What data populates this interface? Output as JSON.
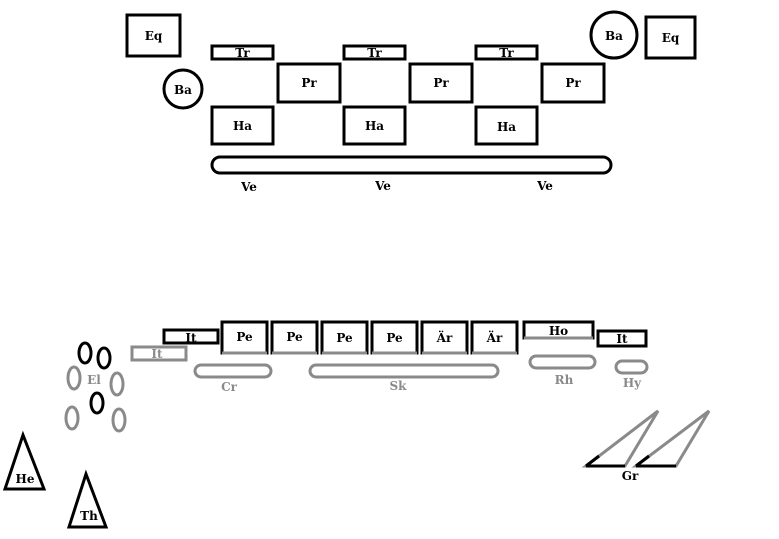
{
  "colors": {
    "primary": "#000000",
    "faded": "#8a8a8a",
    "background": "#ffffff"
  },
  "top": {
    "eq_left": "Eq",
    "eq_right": "Eq",
    "ba_left": "Ba",
    "ba_right": "Ba",
    "tr": [
      "Tr",
      "Tr",
      "Tr"
    ],
    "pr": [
      "Pr",
      "Pr",
      "Pr"
    ],
    "ha": [
      "Ha",
      "Ha",
      "Ha"
    ],
    "ve": [
      "Ve",
      "Ve",
      "Ve"
    ]
  },
  "bottom": {
    "it_left": "It",
    "it_faded": "It",
    "pe": [
      "Pe",
      "Pe",
      "Pe",
      "Pe"
    ],
    "ar": [
      "Är",
      "Är"
    ],
    "ho": "Ho",
    "it_right": "It",
    "cr": "Cr",
    "sk": "Sk",
    "rh": "Rh",
    "hy": "Hy",
    "el": "El",
    "he": "He",
    "th": "Th",
    "gr": "Gr"
  }
}
